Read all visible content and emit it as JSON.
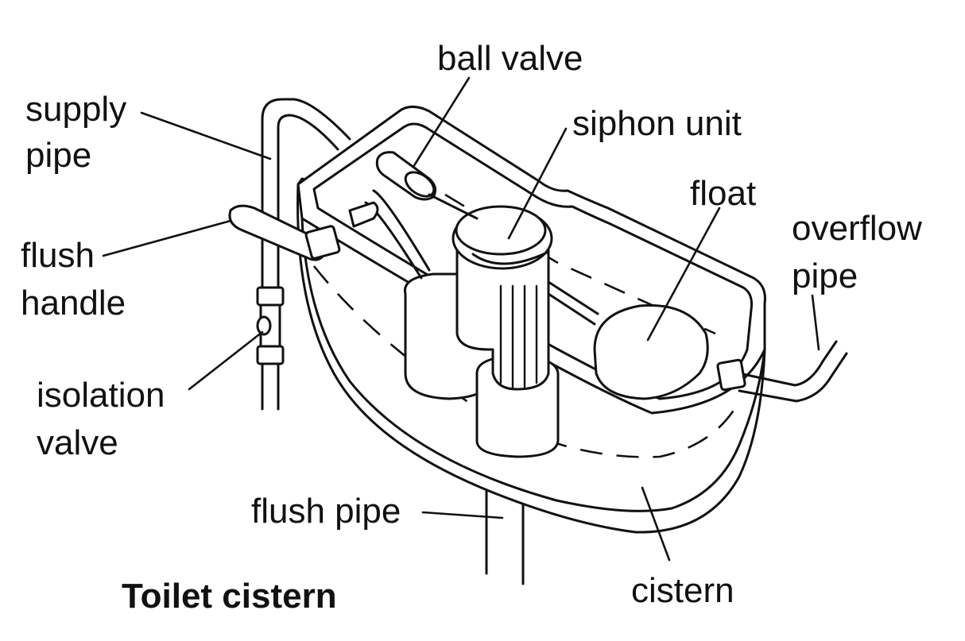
{
  "title": "Toilet cistern",
  "labels": {
    "supply_pipe": [
      "supply",
      "pipe"
    ],
    "ball_valve": "ball valve",
    "siphon_unit": "siphon unit",
    "float": "float",
    "overflow_pipe": [
      "overflow",
      "pipe"
    ],
    "flush_handle": [
      "flush",
      "handle"
    ],
    "isolation_valve": [
      "isolation",
      "valve"
    ],
    "flush_pipe": "flush pipe",
    "cistern": "cistern"
  }
}
